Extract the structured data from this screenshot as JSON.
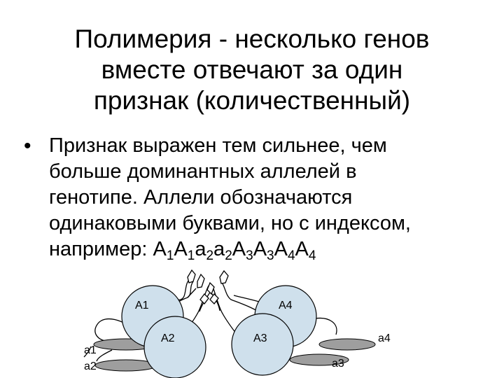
{
  "slide": {
    "title_lines": [
      "Полимерия - несколько генов",
      "вместе отвечают за один",
      "признак (количественный)"
    ],
    "bullet_symbol": "•",
    "bullet_lines": [
      "Признак выражен тем сильнее, чем",
      "больше доминантных аллелей в",
      "генотипе. Аллели обозначаются",
      "одинаковыми буквами, но с индексом,"
    ],
    "example_prefix": "например: ",
    "example_genotype": [
      {
        "base": "A",
        "idx": "1"
      },
      {
        "base": "A",
        "idx": "1"
      },
      {
        "base": "a",
        "idx": "2"
      },
      {
        "base": "a",
        "idx": "2"
      },
      {
        "base": "A",
        "idx": "3"
      },
      {
        "base": "A",
        "idx": "3"
      },
      {
        "base": "A",
        "idx": "4"
      },
      {
        "base": "A",
        "idx": "4"
      }
    ]
  },
  "diagram": {
    "labels": {
      "a1_upper": "A1",
      "a4_upper": "A4",
      "a2_upper": "A2",
      "a3_upper": "A3",
      "a1_lower": "a1",
      "a2_lower": "a2",
      "a3_lower": "a3",
      "a4_lower": "a4"
    },
    "circle_fill": "#cfe0ec",
    "ellipse_fill": "#9e9e9e"
  }
}
